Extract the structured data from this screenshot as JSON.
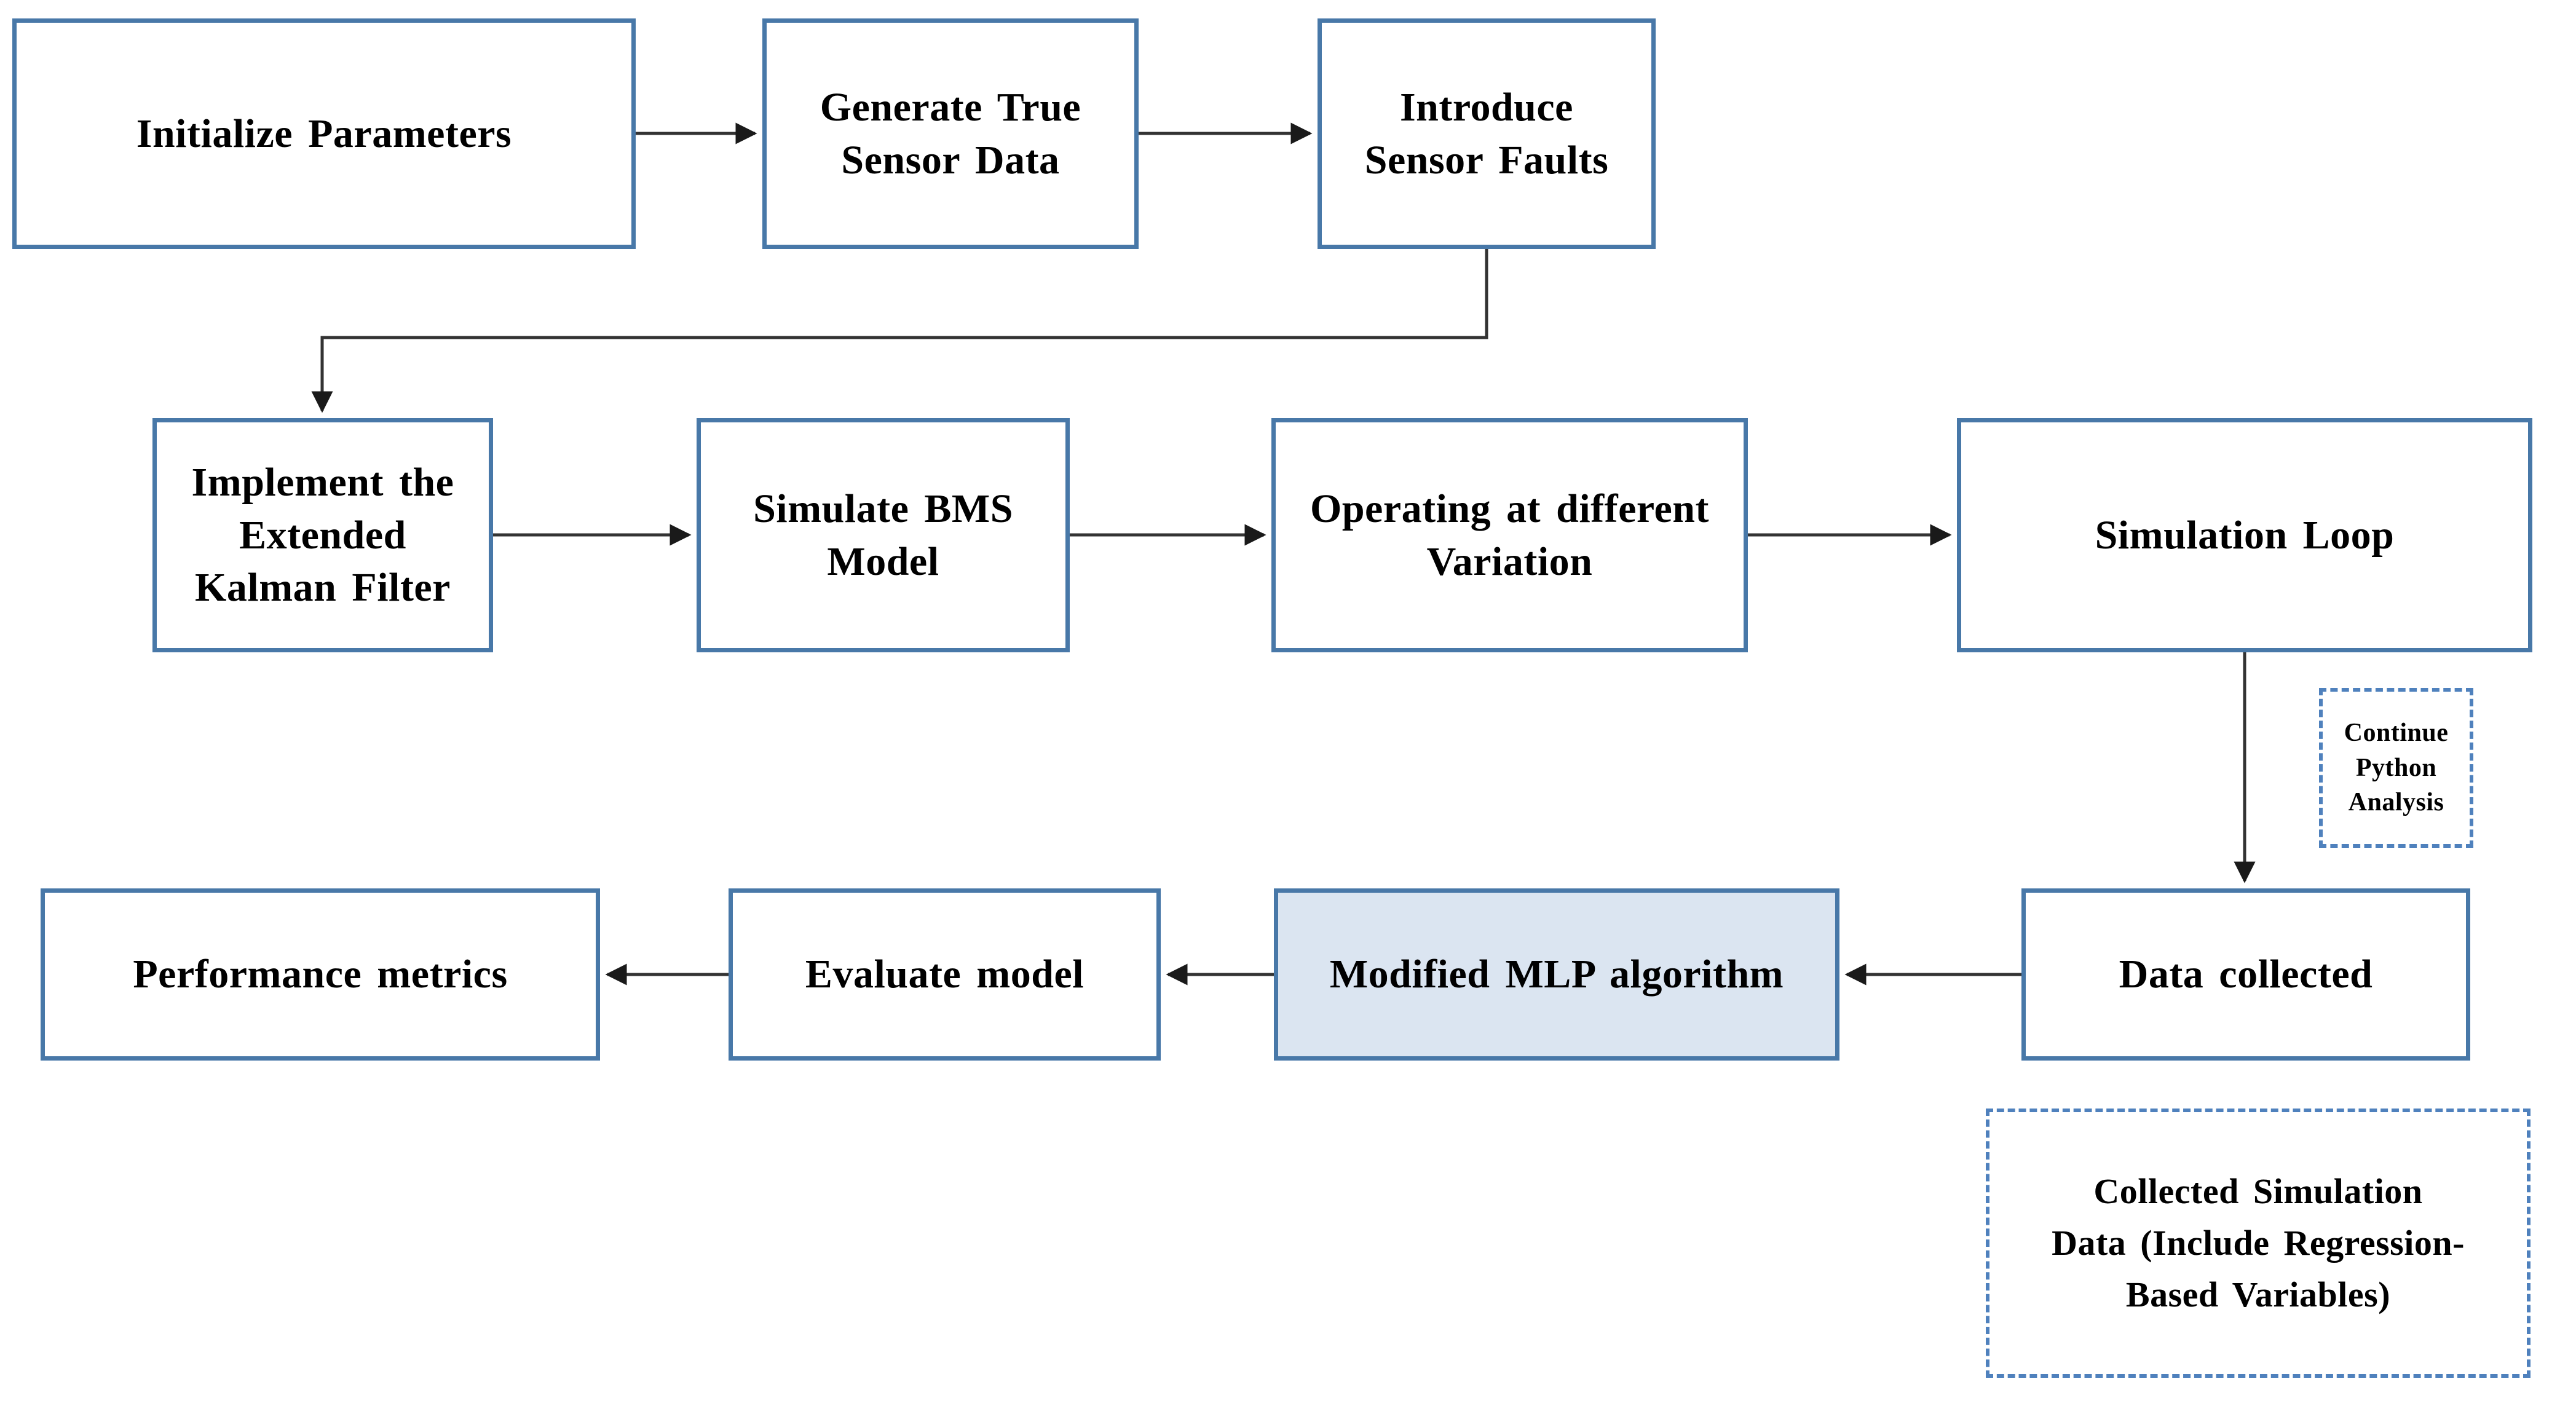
{
  "diagram": {
    "type": "flowchart",
    "background": "#ffffff",
    "colors": {
      "box_border": "#4878a8",
      "dashed_border": "#4f81bd",
      "highlight_fill": "#dbe5f1",
      "box_fill": "#ffffff",
      "connector": "#333333",
      "text": "#000000"
    },
    "nodes": {
      "initialize_parameters": {
        "label": "Initialize Parameters"
      },
      "generate_true_sensor_data": {
        "label": "Generate True\nSensor Data"
      },
      "introduce_sensor_faults": {
        "label": "Introduce\nSensor Faults"
      },
      "implement_ekf": {
        "label": "Implement the\nExtended\nKalman Filter"
      },
      "simulate_bms_model": {
        "label": "Simulate BMS\nModel"
      },
      "operating_variation": {
        "label": "Operating at different\nVariation"
      },
      "simulation_loop": {
        "label": "Simulation Loop"
      },
      "data_collected": {
        "label": "Data collected"
      },
      "modified_mlp": {
        "label": "Modified MLP algorithm",
        "style": "highlighted"
      },
      "evaluate_model": {
        "label": "Evaluate model"
      },
      "performance_metrics": {
        "label": "Performance metrics"
      },
      "continue_python": {
        "label": "Continue\nPython\nAnalysis",
        "style": "dashed"
      },
      "collected_simulation": {
        "label": "Collected Simulation\nData (Include  Regression-\nBased Variables)",
        "style": "dashed"
      }
    },
    "edges": [
      {
        "from": "initialize_parameters",
        "to": "generate_true_sensor_data",
        "shape": "straight"
      },
      {
        "from": "generate_true_sensor_data",
        "to": "introduce_sensor_faults",
        "shape": "straight"
      },
      {
        "from": "introduce_sensor_faults",
        "to": "implement_ekf",
        "shape": "elbow"
      },
      {
        "from": "implement_ekf",
        "to": "simulate_bms_model",
        "shape": "straight"
      },
      {
        "from": "simulate_bms_model",
        "to": "operating_variation",
        "shape": "straight"
      },
      {
        "from": "operating_variation",
        "to": "simulation_loop",
        "shape": "straight"
      },
      {
        "from": "simulation_loop",
        "to": "data_collected",
        "shape": "straight-down"
      },
      {
        "from": "data_collected",
        "to": "modified_mlp",
        "shape": "straight"
      },
      {
        "from": "modified_mlp",
        "to": "evaluate_model",
        "shape": "straight"
      },
      {
        "from": "evaluate_model",
        "to": "performance_metrics",
        "shape": "straight"
      }
    ]
  }
}
